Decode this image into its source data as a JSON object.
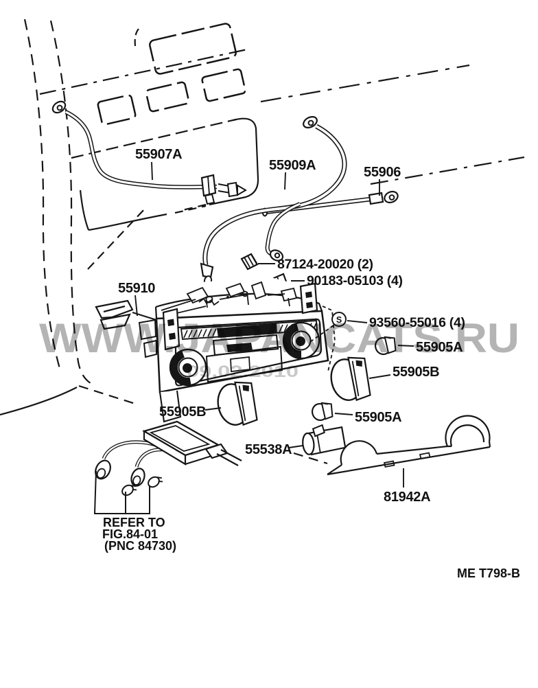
{
  "watermark": {
    "text": "WWW.JAPANCATS.RU",
    "date": "09.02.2010"
  },
  "footer": {
    "code": "ME T798-B"
  },
  "labels": {
    "cable_top_left": "55907A",
    "cable_middle": "55909A",
    "cable_right": "55906",
    "clip": "87124-20020 (2)",
    "clamp": "90183-05103 (4)",
    "control_assembly": "55910",
    "screw": "93560-55016 (4)",
    "screw_symbol": "S",
    "knob_small_upper": "55905A",
    "knob_large_right": "55905B",
    "knob_large_left": "55905B",
    "knob_small_lower": "55905A",
    "bulb_socket": "55538A",
    "bracket": "81942A",
    "refer_note_line1": "REFER TO",
    "refer_note_line2": "FIG.84-01",
    "refer_note_line3": "(PNC 84730)"
  }
}
